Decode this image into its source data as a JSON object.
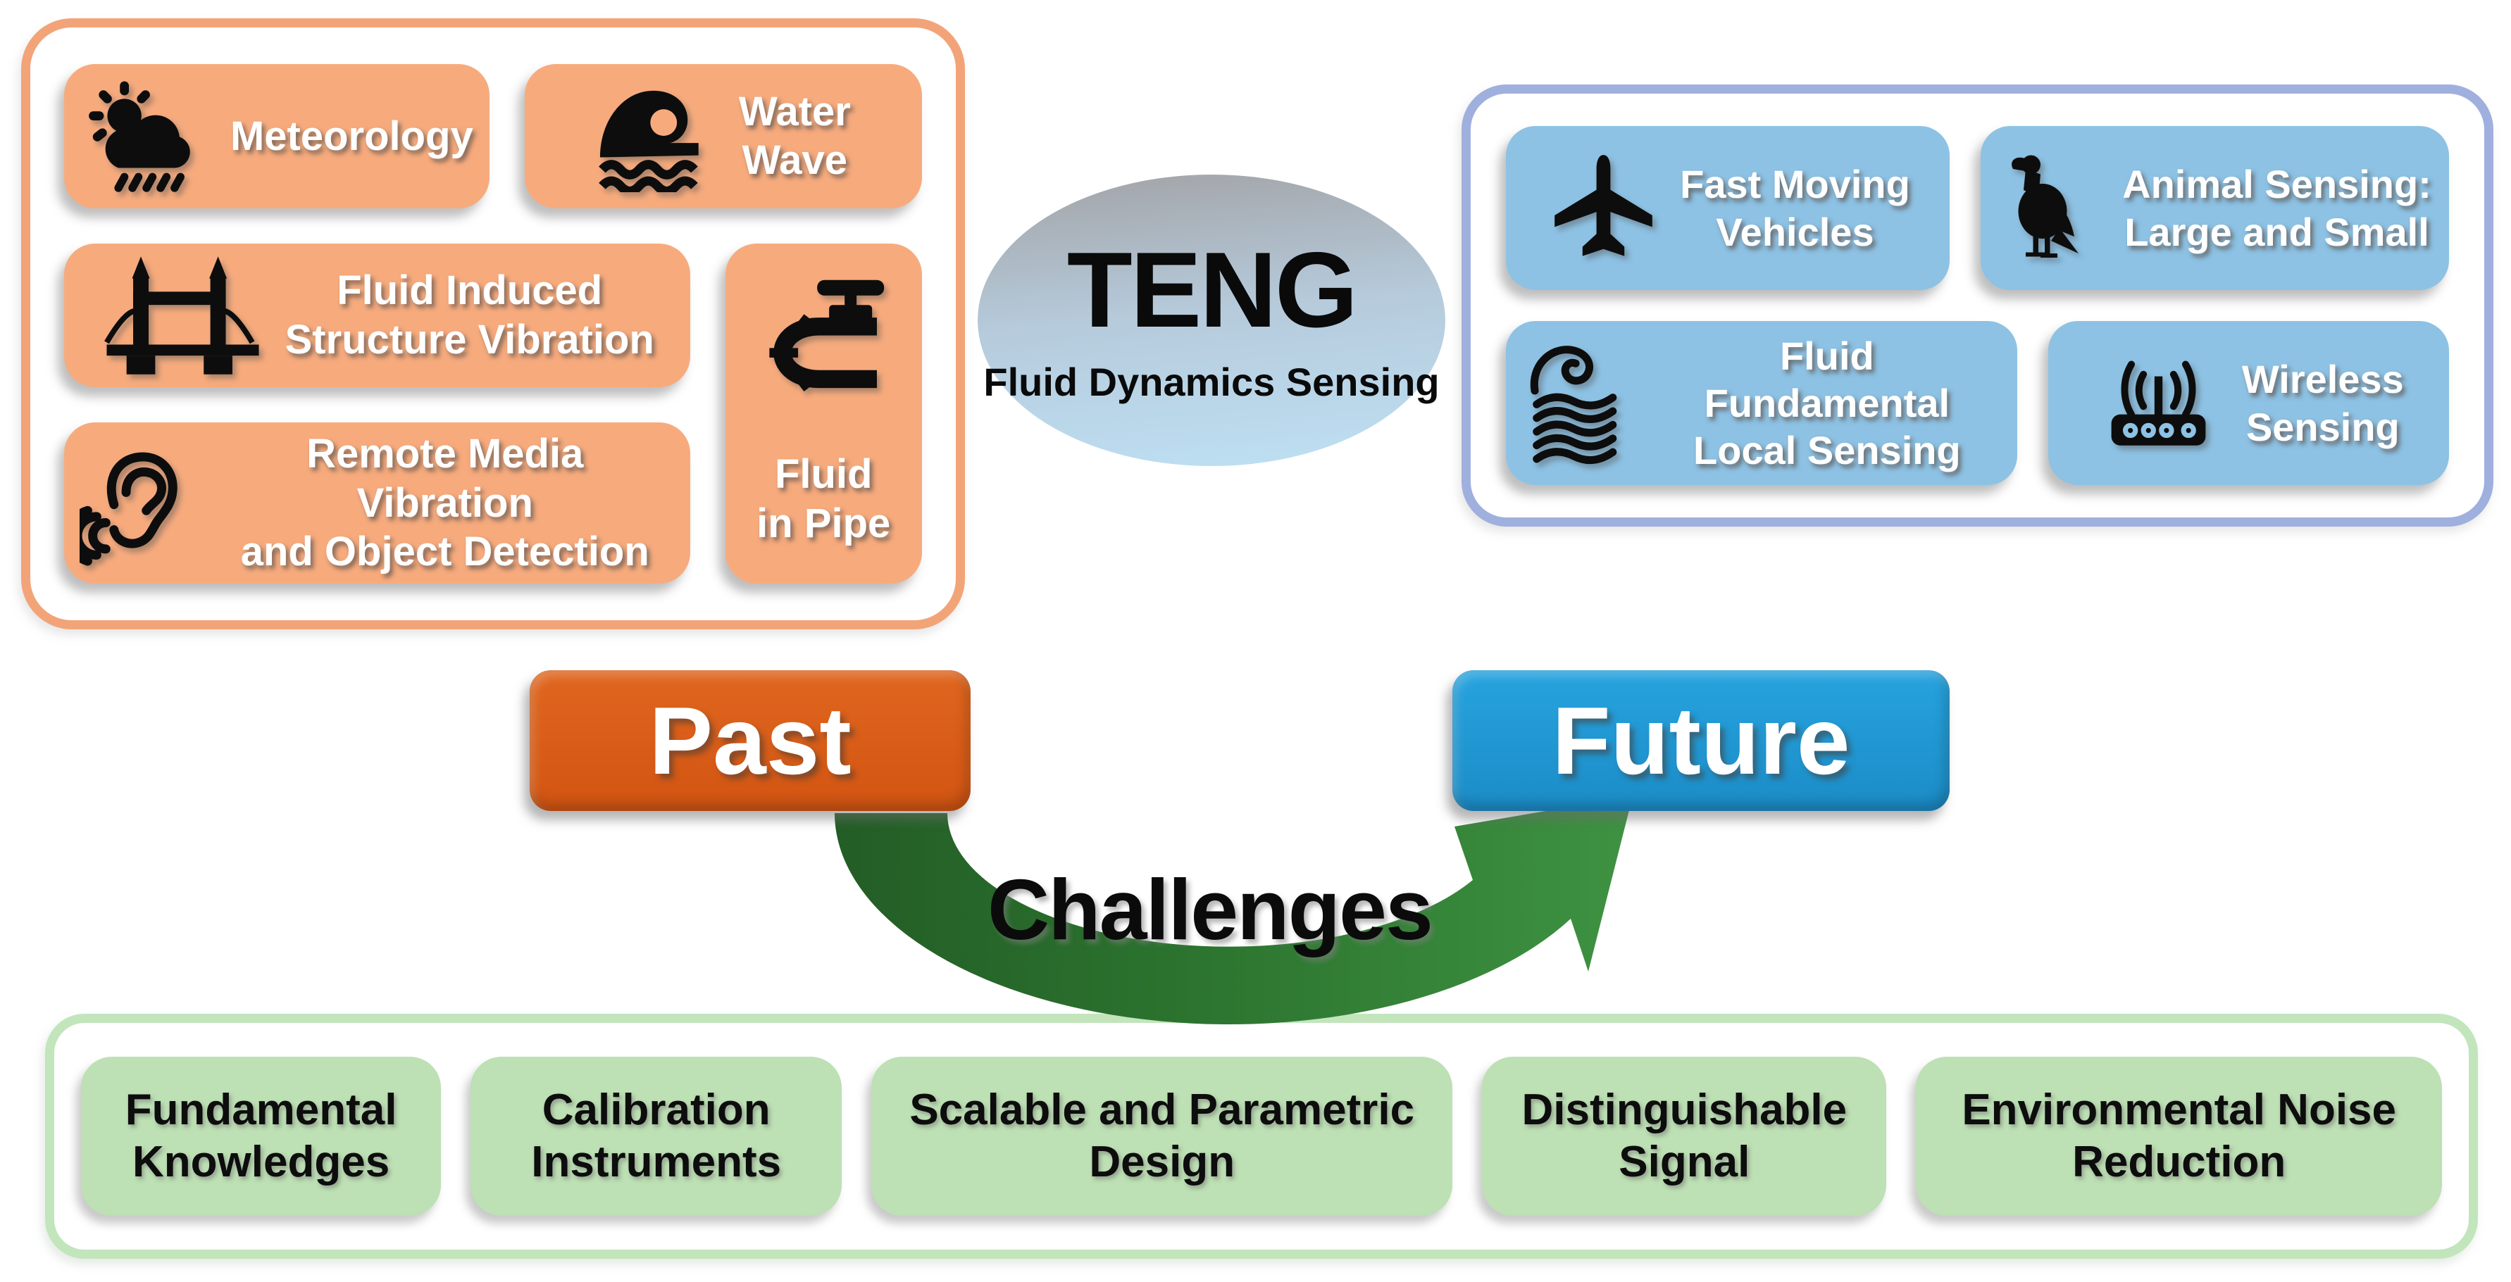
{
  "diagram": {
    "center_bubble": {
      "title": "TENG",
      "subtitle": "Fluid Dynamics Sensing"
    },
    "timeline": {
      "past_label": "Past",
      "future_label": "Future",
      "challenges_label": "Challenges"
    },
    "past_panel": {
      "items": [
        {
          "label": "Meteorology",
          "icon": "sun-rain-cloud-icon"
        },
        {
          "label": "Water\nWave",
          "icon": "ocean-wave-icon"
        },
        {
          "label": "Fluid Induced\nStructure Vibration",
          "icon": "bridge-icon"
        },
        {
          "label": "Fluid\nin Pipe",
          "icon": "pipe-valve-icon"
        },
        {
          "label": "Remote Media Vibration\nand Object Detection",
          "icon": "ear-icon"
        }
      ]
    },
    "future_panel": {
      "items": [
        {
          "label": "Fast Moving\nVehicles",
          "icon": "airplane-icon"
        },
        {
          "label": "Animal Sensing:\nLarge and Small",
          "icon": "bird-icon"
        },
        {
          "label": "Fluid Fundamental\nLocal Sensing",
          "icon": "wind-swirl-icon"
        },
        {
          "label": "Wireless\nSensing",
          "icon": "wifi-router-icon"
        }
      ]
    },
    "challenges_panel": {
      "items": [
        {
          "label": "Fundamental\nKnowledges"
        },
        {
          "label": "Calibration\nInstruments"
        },
        {
          "label": "Scalable and Parametric\nDesign"
        },
        {
          "label": "Distinguishable\nSignal"
        },
        {
          "label": "Environmental Noise\nReduction"
        }
      ]
    },
    "colors": {
      "past_panel_border": "#F2A478",
      "past_box_fill": "#F7AB7D",
      "future_panel_border": "#9FB0DE",
      "future_box_fill": "#8DC2E4",
      "challenges_panel_border": "#C2E5BC",
      "challenge_box_fill": "#BDE0B4",
      "past_button": "#D25512",
      "future_button": "#1B8CC7",
      "arrow_green_dark": "#235D26",
      "arrow_green_light": "#3E9342",
      "bubble_top": "#A2A3A6",
      "bubble_bottom": "#BEE0F4"
    }
  }
}
